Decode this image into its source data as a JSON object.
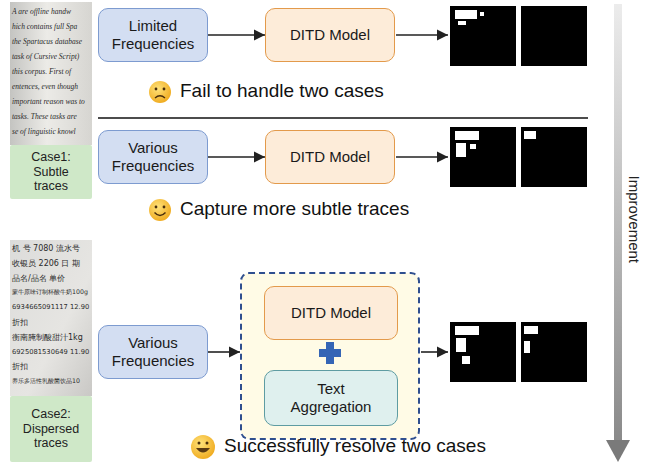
{
  "diagram": {
    "nodes": [
      {
        "text": [
          "Limited Frequencies"
        ]
      },
      {
        "text": [
          "DITD Model"
        ]
      },
      {
        "text": [
          "Case1: Subtle traces"
        ]
      },
      {
        "text": [
          "Various Frequencies"
        ]
      },
      {
        "text": [
          "DITD Model"
        ]
      },
      {
        "text": [
          "Case2: Dispersed traces"
        ]
      },
      {
        "text": [
          "Various Frequencies"
        ]
      },
      {
        "text": []
      },
      {
        "text": [
          "DITD Model"
        ],
        "in": 7
      },
      {
        "text": [
          "Text Aggregation"
        ],
        "in": 7
      }
    ],
    "edges": [
      {
        "from": 0,
        "to": 1,
        "arrow": "to"
      },
      {
        "from": 3,
        "to": 4,
        "arrow": "to"
      },
      {
        "from": 6,
        "to": 7,
        "arrow": "to"
      }
    ],
    "labels": [
      "A are offline handw",
      "hich contains full Spa",
      "the Spartacus database",
      "task of Cursive Script)",
      "this corpus. First of",
      "entences, even though",
      "important reason was to",
      "tasks. These tasks are",
      "se of linguistic knowl",
      "Fail to handle two cases",
      "Capture more subtle traces",
      "机 号 7080 流水号",
      "收银员 2206 日 期",
      "品名/品名 单价",
      "蒙牛原味订制杯酸牛奶100g",
      "6934665091117 12.90",
      "折扣",
      "衡南腌制酸甜汁1kg",
      "6925081530649 11.90",
      "折扣",
      "养乐多活性乳酸菌饮品10",
      "Successfully resolve two cases",
      "Improvement"
    ]
  }
}
